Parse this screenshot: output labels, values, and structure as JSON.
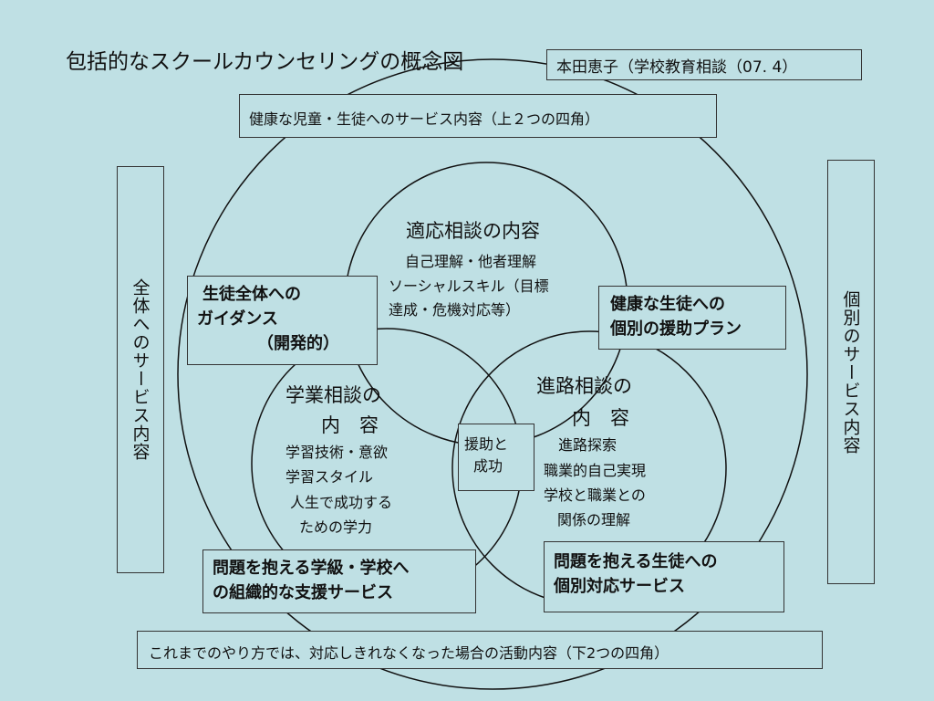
{
  "title": "包括的なスクールカウンセリングの概念図",
  "author": "本田恵子（学校教育相談（07. 4）",
  "top_note": "健康な児童・生徒へのサービス内容（上２つの四角）",
  "bottom_note": "これまでのやり方では、対応しきれなくなった場合の活動内容（下2つの四角）",
  "left_vertical": "全体へのサービス内容",
  "right_vertical": "個別のサービス内容",
  "adaptation": {
    "title": "適応相談の内容",
    "lines": [
      "自己理解・他者理解",
      "ソーシャルスキル（目標",
      "達成・危機対応等）"
    ]
  },
  "academic": {
    "title_1": "学業相談の",
    "title_2": "内　容",
    "lines": [
      "学習技術・意欲",
      "学習スタイル",
      "人生で成功する",
      "ための学力"
    ]
  },
  "career": {
    "title_1": "進路相談の",
    "title_2": "内　容",
    "lines": [
      "進路探索",
      "職業的自己実現",
      "学校と職業との",
      "関係の理解"
    ]
  },
  "center_box": {
    "line1": "援助と",
    "line2": "成功"
  },
  "guidance_box": {
    "line1": "生徒全体への",
    "line2": "ガイダンス",
    "line3": "（開発的）"
  },
  "healthy_plan_box": {
    "line1": "健康な生徒への",
    "line2": "個別の援助プラン"
  },
  "class_support_box": {
    "line1": "問題を抱える学級・学校へ",
    "line2": "の組織的な支援サービス"
  },
  "individual_service_box": {
    "line1": "問題を抱える生徒への",
    "line2": "個別対応サービス"
  }
}
